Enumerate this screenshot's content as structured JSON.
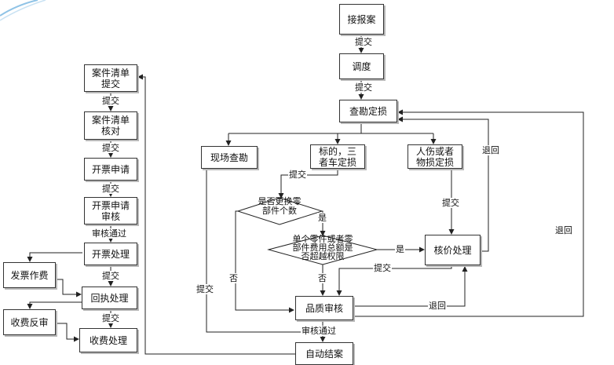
{
  "nodes": {
    "receive_report": "接报案",
    "dispatch": "调度",
    "survey_loss": "查勘定损",
    "onsite_survey": "现场查勘",
    "vehicle_loss": "标的，三\n者车定损",
    "injury_loss": "人伤或者\n物损定损",
    "part_replace_decision": "是否更换零\n部件个数",
    "amount_limit_decision": "单个零件或者零\n部件费用总额是\n否超越权限",
    "pricing": "核价处理",
    "quality_review": "品质审核",
    "auto_close": "自动结案",
    "case_list_submit": "案件清单\n提交",
    "case_list_check": "案件清单\n核对",
    "invoice_request": "开票申请",
    "invoice_review": "开票申请\n审核",
    "invoice_process": "开票处理",
    "receipt_process": "回执处理",
    "invoice_void": "发票作费",
    "fee_collect": "收费处理",
    "fee_reverse": "收费反审"
  },
  "edge_labels": {
    "submit_1": "提交",
    "submit_2": "提交",
    "submit_3": "提交",
    "submit_onsite": "提交",
    "submit_injury": "提交",
    "submit_pricing": "提交",
    "yes_1": "是",
    "yes_2": "是",
    "no_1": "否",
    "no_2": "否",
    "return_1": "退回",
    "return_2": "退回",
    "return_3": "退回",
    "review_pass_right": "审核通过",
    "left_submit_1": "提交",
    "left_submit_2": "提交",
    "left_submit_3": "提交",
    "left_review_pass": "审核通过",
    "left_submit_4": "提交",
    "left_submit_5": "提交"
  }
}
